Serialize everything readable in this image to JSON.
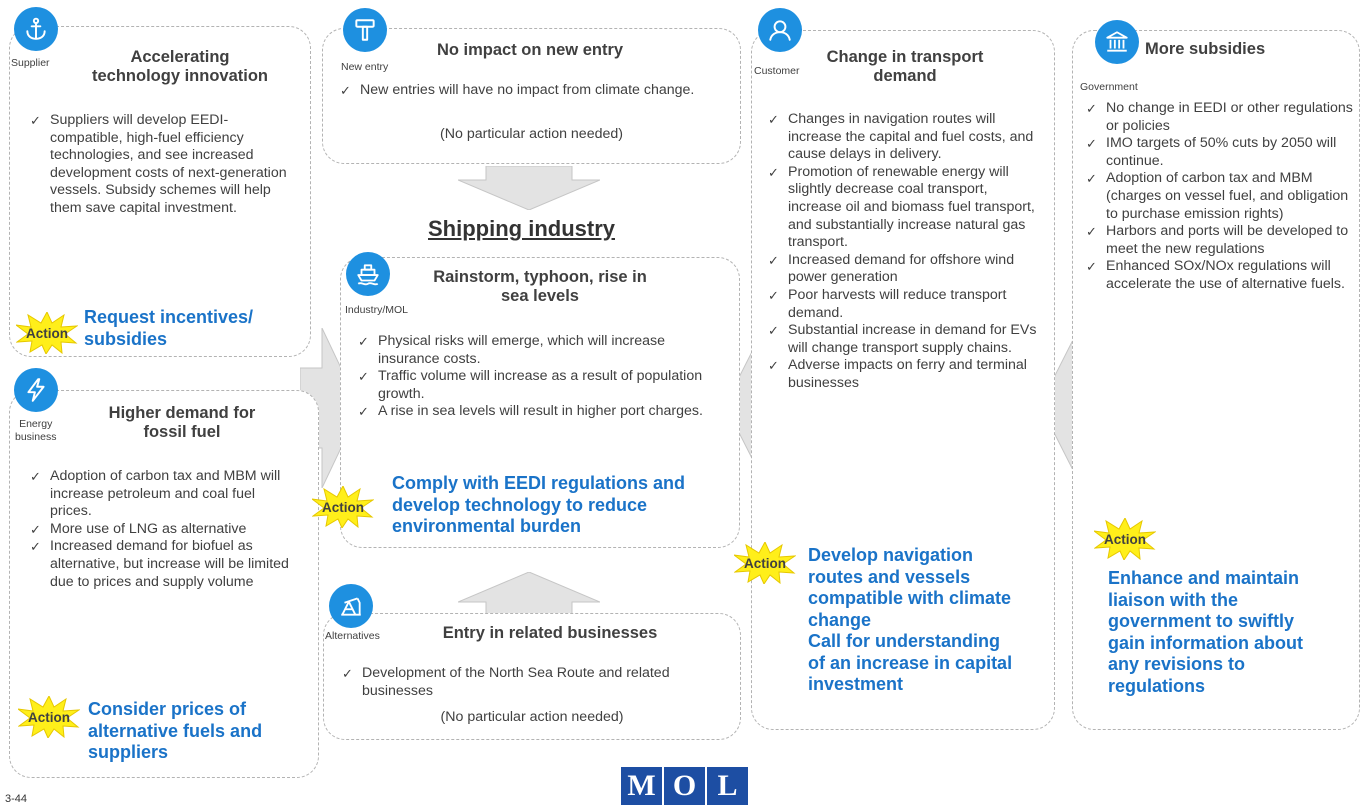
{
  "center_title": "Shipping industry",
  "action_label": "Action",
  "page_number": "3-44",
  "logo_letters": [
    "M",
    "O",
    "L"
  ],
  "icons": {
    "supplier": "anchor-icon",
    "new_entry": "hammer-icon",
    "customer": "person-icon",
    "government": "government-building-icon",
    "industry": "ship-icon",
    "energy": "lightning-icon",
    "alternatives": "oil-pump-icon"
  },
  "colors": {
    "icon_blue": "#1e90e0",
    "action_blue": "#1a73c8",
    "burst_yellow": "#ffef1a",
    "logo_blue": "#1d4ea3"
  },
  "supplier": {
    "role": "Supplier",
    "title": [
      "Accelerating",
      "technology innovation"
    ],
    "items": [
      "Suppliers will develop EEDI-compatible, high-fuel efficiency technologies, and see increased development costs of next-generation vessels. Subsidy schemes will help them save capital investment."
    ],
    "action": [
      "Request incentives/",
      "subsidies"
    ]
  },
  "energy": {
    "role": [
      "Energy",
      "business"
    ],
    "title": [
      "Higher demand for",
      "fossil fuel"
    ],
    "items": [
      "Adoption of carbon tax and MBM will increase petroleum and coal fuel prices.",
      "More use of LNG as alternative",
      "Increased demand for biofuel as alternative, but increase will be limited due to prices and supply volume"
    ],
    "action": [
      "Consider prices of",
      "alternative fuels and",
      "suppliers"
    ]
  },
  "new_entry": {
    "role": "New entry",
    "title": "No impact on new entry",
    "items": [
      "New entries will have no impact from climate change."
    ],
    "note": "(No particular action needed)"
  },
  "industry": {
    "role": "Industry/MOL",
    "title": [
      "Rainstorm, typhoon, rise in",
      "sea levels"
    ],
    "items": [
      "Physical risks will emerge, which will increase insurance costs.",
      "Traffic volume will increase as a result of population growth.",
      "A rise in sea levels will result in higher port charges."
    ],
    "action": [
      "Comply with EEDI regulations and",
      "develop technology to reduce",
      "environmental burden"
    ]
  },
  "alternatives": {
    "role": "Alternatives",
    "title": "Entry in related businesses",
    "items": [
      "Development of the North Sea Route and related businesses"
    ],
    "note": "(No particular action needed)"
  },
  "customer": {
    "role": "Customer",
    "title": [
      "Change in transport",
      "demand"
    ],
    "items": [
      "Changes in navigation routes will increase the capital and fuel costs, and cause delays in delivery.",
      "Promotion of renewable energy will slightly decrease coal transport, increase oil and biomass fuel transport, and substantially increase natural gas transport.",
      "Increased demand for offshore wind power generation",
      "Poor harvests will reduce transport demand.",
      "Substantial increase in demand for EVs will change transport supply chains.",
      "Adverse impacts on ferry and terminal businesses"
    ],
    "action": [
      "Develop navigation",
      "routes and vessels",
      "compatible with climate",
      "change",
      "Call for understanding",
      "of an increase in capital",
      "investment"
    ]
  },
  "government": {
    "role": "Government",
    "title": "More subsidies",
    "items": [
      "No change in EEDI or other regulations or policies",
      "IMO targets of 50% cuts by 2050 will continue.",
      "Adoption of carbon tax and MBM (charges on vessel fuel, and obligation to purchase emission rights)",
      "Harbors and ports will be developed to meet the new regulations",
      "Enhanced SOx/NOx regulations will accelerate the use of alternative fuels."
    ],
    "action": [
      "Enhance and maintain",
      "liaison with the",
      "government to swiftly",
      "gain information about",
      "any revisions to",
      "regulations"
    ]
  }
}
